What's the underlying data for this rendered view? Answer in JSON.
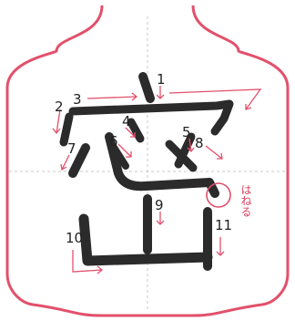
{
  "colors": {
    "frame": "#e2506c",
    "accent_arrow": "#e2506c",
    "guide": "#c8c8c8",
    "ink": "#2b2b2b",
    "numbers": "#222222"
  },
  "character": "密",
  "stroke_numbers": [
    "1",
    "2",
    "3",
    "4",
    "5",
    "6",
    "7",
    "8",
    "9",
    "10",
    "11"
  ],
  "annotation": {
    "text": "はねる"
  }
}
